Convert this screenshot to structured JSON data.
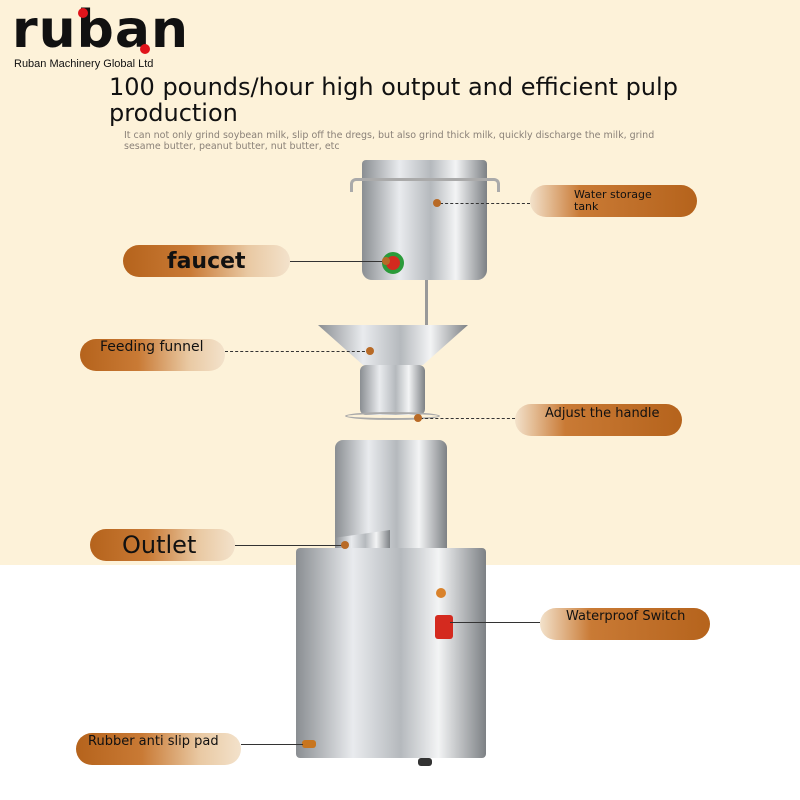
{
  "brand": {
    "logo": "ruban",
    "company": "Ruban Machinery Global Ltd"
  },
  "headline": "100 pounds/hour high output and efficient pulp production",
  "description": "It can not only grind soybean milk, slip off the dregs, but also grind thick milk, quickly discharge the milk, grind sesame butter, peanut butter, nut butter, etc",
  "labels": {
    "water_tank": "Water storage tank",
    "faucet": "faucet",
    "funnel": "Feeding funnel",
    "handle": "Adjust the handle",
    "outlet": "Outlet",
    "switch": "Waterproof Switch",
    "pad": "Rubber anti slip pad"
  },
  "colors": {
    "background": "#fdf2d9",
    "label": "#b5631c",
    "switch": "#d42a1f"
  }
}
